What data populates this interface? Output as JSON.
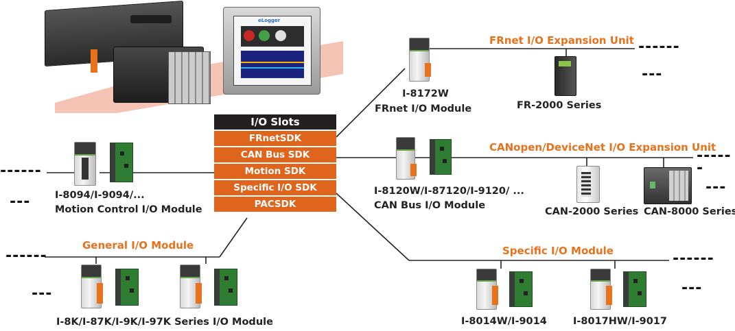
{
  "center": {
    "header": "I/O Slots",
    "items": [
      "FRnetSDK",
      "CAN Bus SDK",
      "Motion SDK",
      "Specific I/O SDK",
      "PACSDK"
    ]
  },
  "frnet": {
    "title": "FRnet I/O Expansion Unit",
    "module_name": "I-8172W",
    "module_desc": "FRnet I/O Module",
    "series": "FR-2000 Series",
    "dashes_line": "------",
    "dashes_short": "---"
  },
  "canbus": {
    "title": "CANopen/DeviceNet I/O Expansion Unit",
    "module_name": "I-8120W/I-87120/I-9120/ ...",
    "module_desc": "CAN Bus I/O Module",
    "series_1": "CAN-2000 Series",
    "series_2": "CAN-8000 Series",
    "dashes_line": "------",
    "dashes_short": "---"
  },
  "motion": {
    "module_name": "I-8094/I-9094/...",
    "module_desc": "Motion Control I/O Module",
    "dashes_line": "------",
    "dashes_short": "---"
  },
  "general": {
    "title": "General I/O Module",
    "caption": "I-8K/I-87K/I-9K/I-97K Series I/O Module",
    "dashes_line": "------",
    "dashes_short": "---"
  },
  "specific": {
    "title": "Specific I/O Module",
    "module_1": "I-8014W/I-9014",
    "module_2": "I-8017HW/I-9017",
    "dashes_line": "------",
    "dashes_short": "---"
  },
  "screen_logo": "eLogger",
  "colors": {
    "orange": "#e8711c",
    "header_bg": "#231f20",
    "row_bg": "#e0651c",
    "line": "#222222"
  }
}
